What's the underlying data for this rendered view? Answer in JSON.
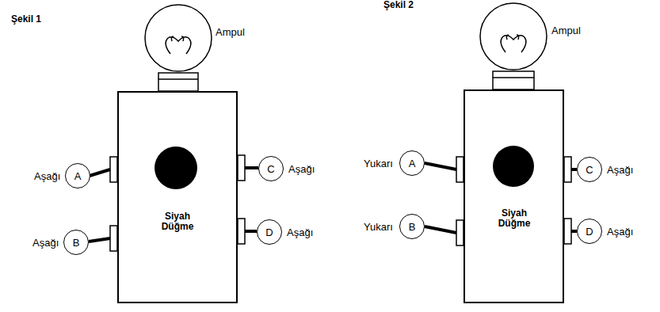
{
  "diagram": {
    "nodes": [
      {
        "text": [
          "Siyah Düğme"
        ]
      },
      {
        "text": [
          "A"
        ]
      },
      {
        "text": [
          "B"
        ]
      },
      {
        "text": [
          "C"
        ]
      },
      {
        "text": [
          "D"
        ]
      },
      {
        "text": [
          "Siyah Düğme"
        ]
      },
      {
        "text": [
          "A"
        ]
      },
      {
        "text": [
          "B"
        ]
      },
      {
        "text": [
          "C"
        ]
      },
      {
        "text": [
          "D"
        ]
      }
    ],
    "labels": [
      "Şekil 1",
      "Ampul",
      "Aşağı",
      "Aşağı",
      "Aşağı",
      "Aşağı",
      "Şekil 2",
      "Ampul",
      "Yukarı",
      "Yukarı",
      "Aşağı",
      "Aşağı"
    ]
  }
}
